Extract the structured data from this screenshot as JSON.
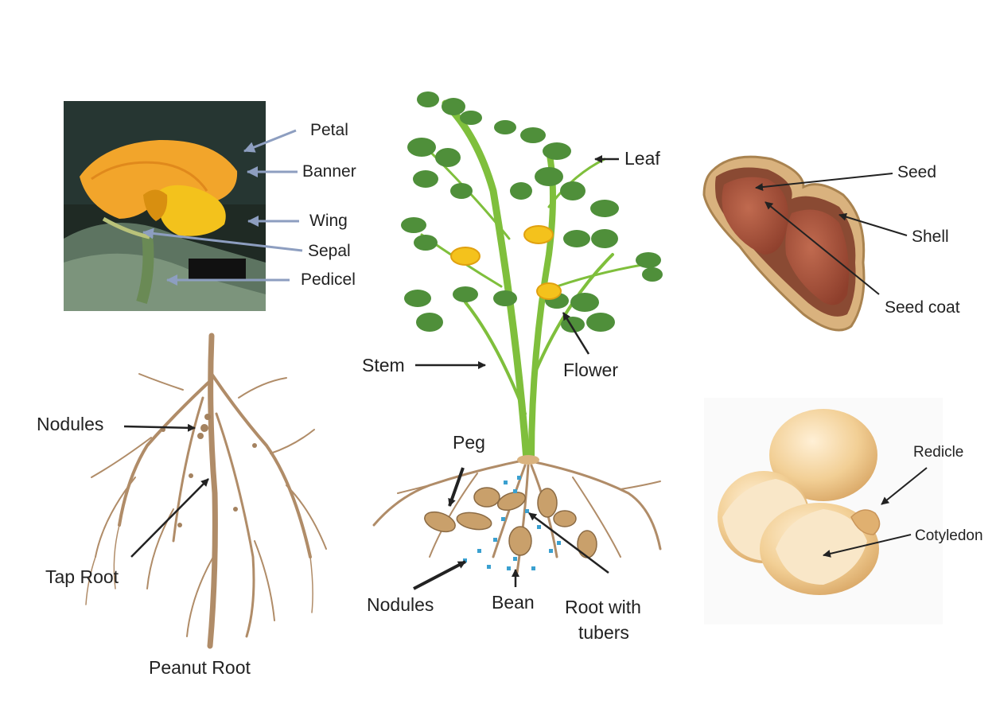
{
  "colors": {
    "label_text": "#222222",
    "flower_arrow": "#8d9ec0",
    "arrow_black": "#222222",
    "root_brown": "#b08c68",
    "leaf_green": "#4f8f3a",
    "stem_green": "#7fbf3c",
    "flower_yellow": "#f4c21c",
    "shell_tan": "#d9b27e",
    "seed_red": "#a5523d",
    "nodule_blue": "#3aa0d0",
    "kernel_cream": "#f4d7a6"
  },
  "flower_photo": {
    "labels": {
      "petal": "Petal",
      "banner": "Banner",
      "wing": "Wing",
      "sepal": "Sepal",
      "pedicel": "Pedicel"
    }
  },
  "root_diagram": {
    "labels": {
      "nodules": "Nodules",
      "tap_root": "Tap Root",
      "peanut_root": "Peanut Root"
    }
  },
  "plant_diagram": {
    "labels": {
      "leaf": "Leaf",
      "stem": "Stem",
      "flower": "Flower",
      "peg": "Peg",
      "nodules": "Nodules",
      "bean": "Bean",
      "root_with_tubers_line1": "Root with",
      "root_with_tubers_line2": "tubers"
    }
  },
  "pod_diagram": {
    "labels": {
      "seed": "Seed",
      "shell": "Shell",
      "seed_coat": "Seed coat"
    }
  },
  "kernel_photo": {
    "labels": {
      "redicle": "Redicle",
      "cotyledon": "Cotyledon"
    }
  }
}
